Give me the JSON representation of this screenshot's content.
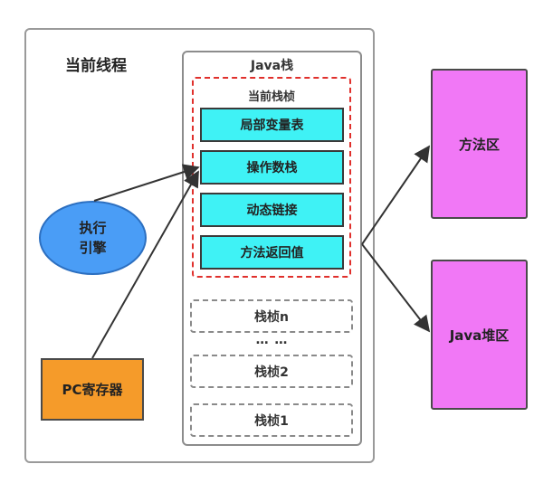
{
  "thread": {
    "title": "当前线程"
  },
  "java_stack": {
    "title": "Java栈",
    "current_frame": {
      "title": "当前栈桢",
      "parts": [
        "局部变量表",
        "操作数栈",
        "动态链接",
        "方法返回值"
      ]
    },
    "frames": [
      "栈桢n",
      "栈桢2",
      "栈桢1"
    ],
    "ellipsis": "… …"
  },
  "engine": {
    "line1": "执行",
    "line2": "引擎"
  },
  "pc_register": {
    "label": "PC寄存器"
  },
  "method_area": {
    "label": "方法区"
  },
  "heap": {
    "label": "Java堆区"
  },
  "colors": {
    "cyan": "#3ff2f5",
    "engine_blue": "#4a9df6",
    "pc_orange": "#f59b2a",
    "magenta": "#f178f6",
    "dash_red": "#e0302c"
  }
}
